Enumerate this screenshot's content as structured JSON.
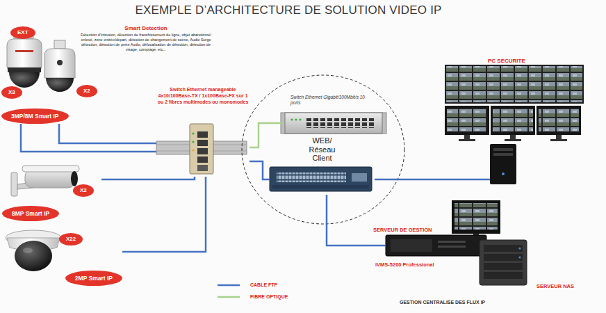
{
  "diagram": {
    "title": "EXEMPLE D’ARCHITECTURE DE SOLUTION VIDEO IP",
    "nodes": [
      {
        "text": [
          "3MP/8M Smart IP"
        ]
      },
      {
        "text": [
          "EXT"
        ],
        "in": 0
      },
      {
        "text": [
          "X3"
        ],
        "in": 0
      },
      {
        "text": [
          "X2"
        ],
        "in": 0
      },
      {
        "text": [
          "8MP Smart IP"
        ]
      },
      {
        "text": [
          "X2"
        ],
        "in": 4
      },
      {
        "text": [
          "2MP Smart IP"
        ]
      },
      {
        "text": [
          "X22"
        ],
        "in": 6
      },
      {
        "text": [
          "Switch Ethernet manageable 4x10/100Base-TX / 1x100Base-FX sur 1 ou 2 fibres multimodes ou monomodes"
        ]
      },
      {
        "text": [
          "Switch Ethernet Gigabit/100Mbit/s 10 ports"
        ]
      },
      {
        "text": [
          "WEB/ Réseau Client"
        ]
      },
      {
        "text": [
          "PC SECURITE"
        ]
      },
      {
        "text": [
          "SERVEUR DE GESTION",
          "iVMS-5200 Professional"
        ]
      },
      {
        "text": [
          "SERVEUR NAS"
        ]
      }
    ],
    "edges": [
      {
        "from": 0,
        "to": 8,
        "arrow": "none"
      },
      {
        "from": 0,
        "to": 8,
        "arrow": "none"
      },
      {
        "from": 4,
        "to": 8,
        "arrow": "none"
      },
      {
        "from": 6,
        "to": 8,
        "arrow": "none"
      },
      {
        "from": 8,
        "to": 9,
        "arrow": "none"
      },
      {
        "from": 8,
        "to": 10,
        "arrow": "none"
      },
      {
        "from": 10,
        "to": 11,
        "arrow": "none"
      },
      {
        "from": 10,
        "to": 12,
        "arrow": "none"
      }
    ],
    "labels": [
      "Smart Detection",
      "Détection d'intrusion, détection de franchissement de ligne, objet abandonné/ enlevé, zone entrée/départ, détection de changement de scène, Audio Surge détection, détection de perte Audio, défocalisation de détection, détection de visage, comptage, etc...",
      "GESTION CENTRALISE DES FLUX IP"
    ],
    "legend": [
      {
        "text": "CABLE FTP"
      },
      {
        "text": "FIBRE OPTIQUE"
      }
    ]
  }
}
